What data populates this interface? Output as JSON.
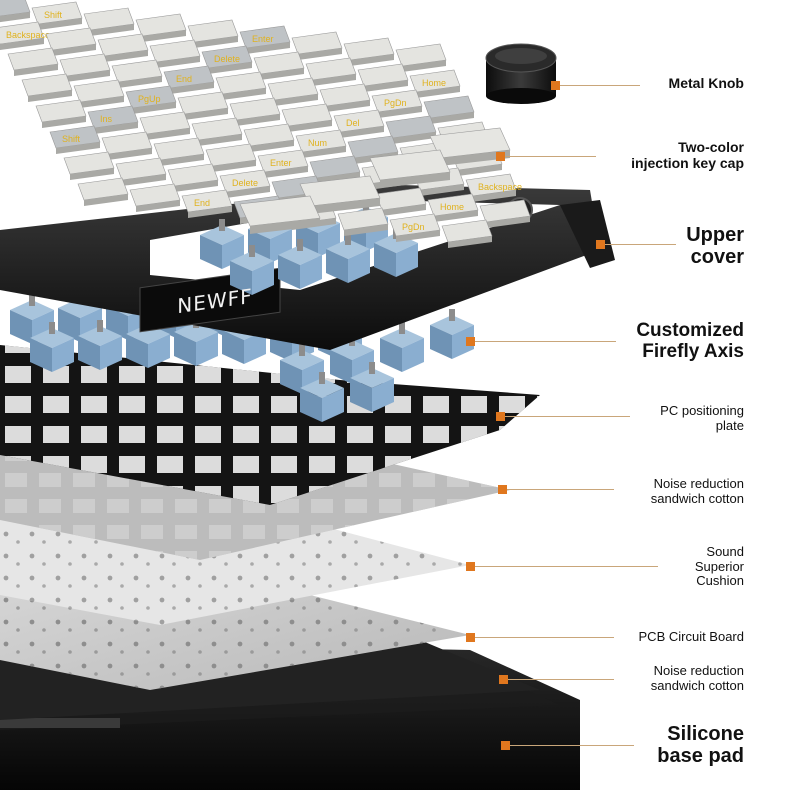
{
  "brand": "NEWFF",
  "accent_color": "#e0771e",
  "leader_color": "#c9a67a",
  "keycap_legends": [
    "Shift",
    "Enter",
    "Backspace",
    "Delete",
    "Home",
    "End",
    "PgDn",
    "PgUp",
    "Del",
    "Ins",
    "Num"
  ],
  "components": [
    {
      "id": "metal-knob",
      "lines": [
        "Metal Knob"
      ]
    },
    {
      "id": "two-color-keycap",
      "lines": [
        "Two-color",
        "injection key cap"
      ]
    },
    {
      "id": "upper-cover",
      "lines": [
        "Upper",
        "cover"
      ]
    },
    {
      "id": "firefly-axis",
      "lines": [
        "Customized",
        "Firefly Axis"
      ]
    },
    {
      "id": "pc-plate",
      "lines": [
        "PC positioning",
        "plate"
      ]
    },
    {
      "id": "sandwich-cotton-1",
      "lines": [
        "Noise reduction",
        "sandwich cotton"
      ]
    },
    {
      "id": "cushion",
      "lines": [
        "Sound",
        "Superior",
        "Cushion"
      ]
    },
    {
      "id": "pcb",
      "lines": [
        "PCB Circuit Board"
      ]
    },
    {
      "id": "sandwich-cotton-2",
      "lines": [
        "Noise reduction",
        "sandwich cotton"
      ]
    },
    {
      "id": "base-pad",
      "lines": [
        "Silicone",
        "base pad"
      ]
    }
  ]
}
